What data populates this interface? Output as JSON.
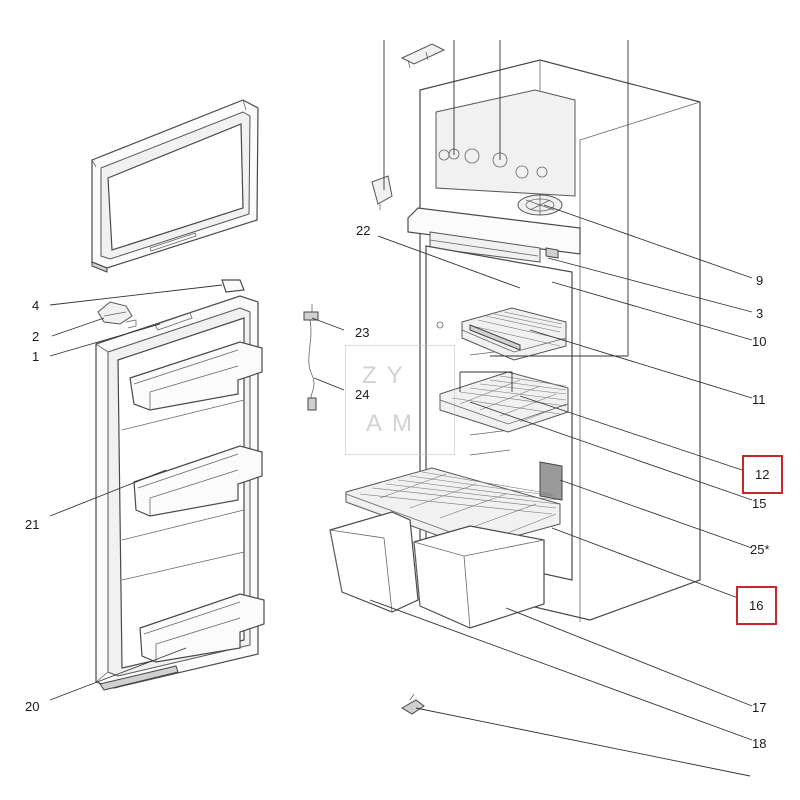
{
  "diagram": {
    "callouts": [
      {
        "id": "4",
        "label": "4"
      },
      {
        "id": "2",
        "label": "2"
      },
      {
        "id": "1",
        "label": "1"
      },
      {
        "id": "21",
        "label": "21"
      },
      {
        "id": "20",
        "label": "20"
      },
      {
        "id": "22",
        "label": "22"
      },
      {
        "id": "23",
        "label": "23"
      },
      {
        "id": "24",
        "label": "24"
      },
      {
        "id": "9",
        "label": "9"
      },
      {
        "id": "3",
        "label": "3"
      },
      {
        "id": "10",
        "label": "10"
      },
      {
        "id": "11",
        "label": "11"
      },
      {
        "id": "12",
        "label": "12",
        "highlighted": true
      },
      {
        "id": "15",
        "label": "15"
      },
      {
        "id": "25",
        "label": "25*"
      },
      {
        "id": "16",
        "label": "16",
        "highlighted": true
      },
      {
        "id": "17",
        "label": "17"
      },
      {
        "id": "18",
        "label": "18"
      }
    ],
    "highlight_color": "#c7282c"
  },
  "watermark": {
    "row1": "ZY",
    "row2": "AM"
  }
}
